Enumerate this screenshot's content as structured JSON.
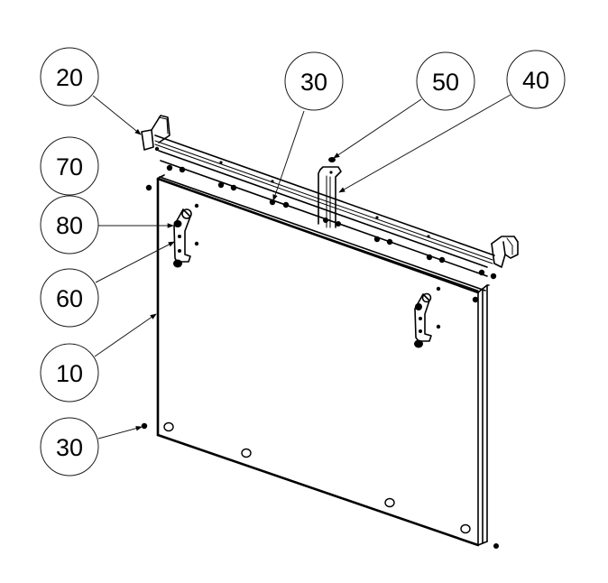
{
  "drawing": {
    "title": "Exploded assembly view - panel with top rail",
    "balloons": [
      {
        "id": "balloon-20",
        "label": "20",
        "part": "rail-end-hook"
      },
      {
        "id": "balloon-30-top",
        "label": "30",
        "part": "fastener"
      },
      {
        "id": "balloon-50",
        "label": "50",
        "part": "bracket-screw"
      },
      {
        "id": "balloon-40",
        "label": "40",
        "part": "vertical-bracket"
      },
      {
        "id": "balloon-70",
        "label": "70",
        "part": "unreferenced"
      },
      {
        "id": "balloon-80",
        "label": "80",
        "part": "hinge-screw"
      },
      {
        "id": "balloon-60",
        "label": "60",
        "part": "hinge-bracket"
      },
      {
        "id": "balloon-10",
        "label": "10",
        "part": "panel"
      },
      {
        "id": "balloon-30-bottom",
        "label": "30",
        "part": "fastener"
      }
    ]
  }
}
